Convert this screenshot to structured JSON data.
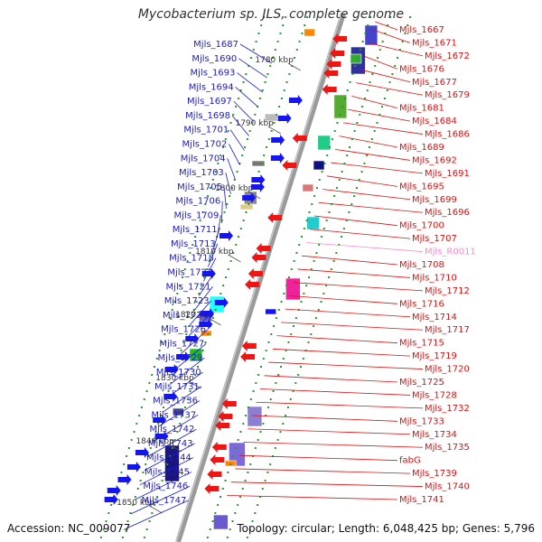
{
  "header": {
    "title": "Mycobacterium sp. JLS, complete genome"
  },
  "footer": {
    "accession": "Accession: NC_009077",
    "summary": "Topology: circular; Length: 6,048,425 bp; Genes: 5,796"
  },
  "colors": {
    "left_label": "#1a1acc",
    "right_label": "#e01010",
    "rna_label": "#ff88cc",
    "tick": "#2a9a2a",
    "backbone": "#9a9a9a",
    "gene_forward": "#1515ee",
    "gene_reverse": "#ee1515"
  },
  "scale": {
    "ticks": [
      "1780 kbp",
      "1790 kbp",
      "1800 kbp",
      "1810 kbp",
      "1820 kbp",
      "1830 kbp",
      "1840 kbp",
      "1850 kbp"
    ]
  },
  "left_genes": [
    "Mjls_1687",
    "Mjls_1690",
    "Mjls_1693",
    "Mjls_1694",
    "Mjls_1697",
    "Mjls_1698",
    "Mjls_1701",
    "Mjls_1702",
    "Mjls_1704",
    "Mjls_1703",
    "Mjls_1705",
    "Mjls_1706",
    "Mjls_1709",
    "Mjls_1711",
    "Mjls_1713",
    "Mjls_1718",
    "Mjls_1722",
    "Mjls_1721",
    "Mjls_1723",
    "Mjls_1724",
    "Mjls_1726",
    "Mjls_1727",
    "Mjls_1729",
    "Mjls_1730",
    "Mjls_1731",
    "Mjls_1736",
    "Mjls_1737",
    "Mjls_1742",
    "Mjls_1743",
    "Mjls_1744",
    "Mjls_1745",
    "Mjls_1746",
    "Mjls_1747"
  ],
  "right_genes": [
    "Mjls_1667",
    "Mjls_1671",
    "Mjls_1672",
    "Mjls_1676",
    "Mjls_1677",
    "Mjls_1679",
    "Mjls_1681",
    "Mjls_1684",
    "Mjls_1686",
    "Mjls_1689",
    "Mjls_1692",
    "Mjls_1691",
    "Mjls_1695",
    "Mjls_1699",
    "Mjls_1696",
    "Mjls_1700",
    "Mjls_1707",
    "Mjls_R0011",
    "Mjls_1708",
    "Mjls_1710",
    "Mjls_1712",
    "Mjls_1716",
    "Mjls_1714",
    "Mjls_1717",
    "Mjls_1715",
    "Mjls_1719",
    "Mjls_1720",
    "Mjls_1725",
    "Mjls_1728",
    "Mjls_1732",
    "Mjls_1733",
    "Mjls_1734",
    "Mjls_1735",
    "fabG",
    "Mjls_1739",
    "Mjls_1740",
    "Mjls_1741"
  ]
}
